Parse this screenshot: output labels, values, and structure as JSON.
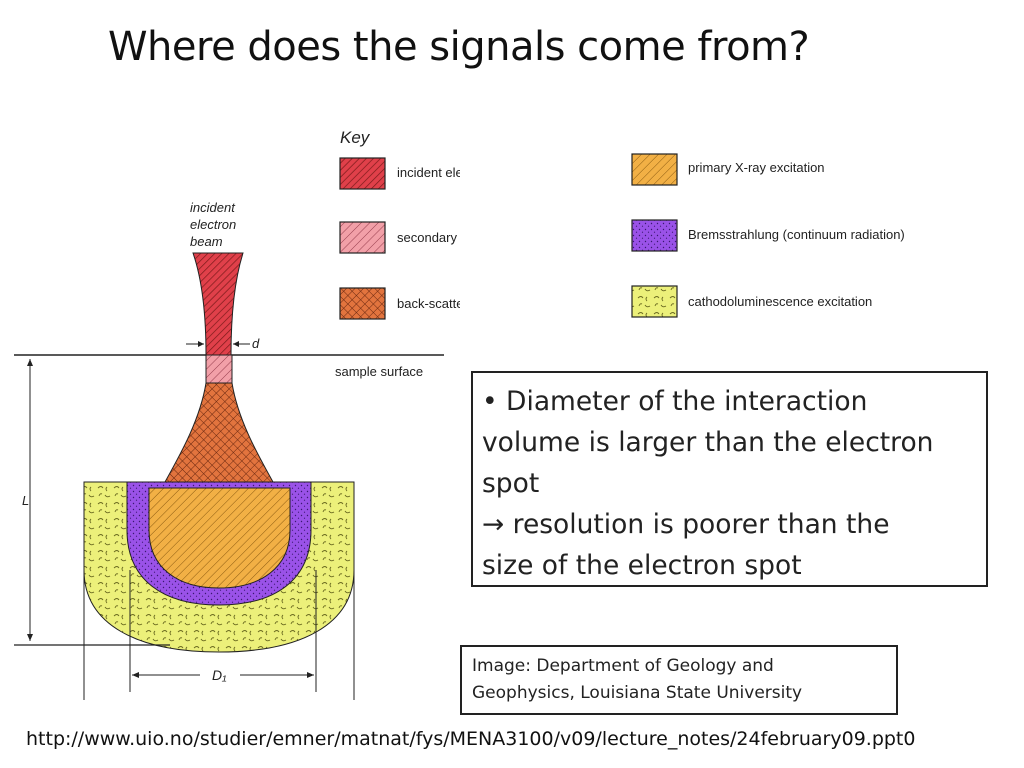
{
  "title": "Where does the signals come from?",
  "diagram": {
    "key_title": "Key",
    "key_items": [
      {
        "label": "incident electron beam",
        "color": "#e0404a",
        "pattern": "dense-hatch"
      },
      {
        "label": "secondary electron production",
        "color": "#f2a0a8",
        "pattern": "hatch"
      },
      {
        "label": "back-scattered electrons",
        "color": "#e2743e",
        "pattern": "crosshatch"
      },
      {
        "label": "primary X-ray excitation",
        "color": "#f2b045",
        "pattern": "hatch"
      },
      {
        "label": "Bremsstrahlung (continuum radiation)",
        "color": "#9a52e8",
        "pattern": "dots"
      },
      {
        "label": "cathodoluminescence excitation",
        "color": "#ecf07a",
        "pattern": "curls"
      }
    ],
    "beam_label_lines": [
      "incident",
      "electron",
      "beam"
    ],
    "d_label": "d",
    "surface_label": "sample surface",
    "L_label": "L",
    "D1_label": "D₁"
  },
  "bullet_box": {
    "lines": [
      "• Diameter of the interaction",
      "volume is larger than the electron",
      "spot",
      "→ resolution is poorer than the",
      "size of the electron spot"
    ]
  },
  "image_credit": {
    "lines": [
      "Image: Department of Geology and",
      "Geophysics, Louisiana State University"
    ]
  },
  "source_url": "http://www.uio.no/studier/emner/matnat/fys/MENA3100/v09/lecture_notes/24february09.ppt0"
}
